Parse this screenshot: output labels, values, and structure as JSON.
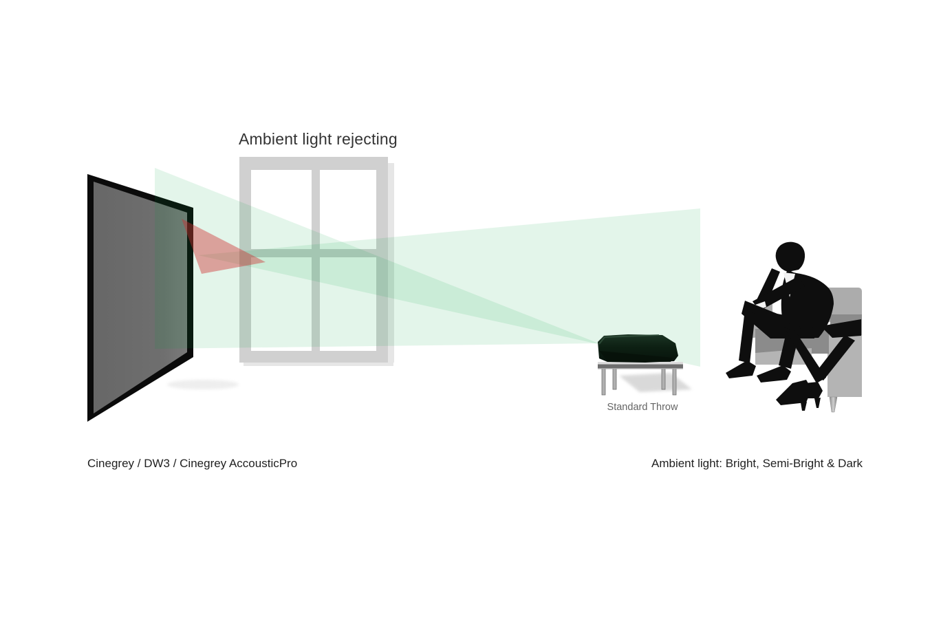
{
  "title": {
    "text": "Ambient light rejecting"
  },
  "captions": {
    "screen_models": "Cinegrey / DW3 / Cinegrey AccousticPro",
    "projector_label": "Standard Throw",
    "ambient_conditions": "Ambient light: Bright, Semi-Bright & Dark"
  },
  "diagram": {
    "elements": [
      {
        "name": "projector-screen",
        "desc": "dark gray ALR projection screen with black frame, shown at an angle"
      },
      {
        "name": "window-graphic",
        "desc": "light gray four-pane window that ambient light comes through"
      },
      {
        "name": "projection-beam",
        "desc": "light green cone from standard-throw projector to screen"
      },
      {
        "name": "reflected-beam",
        "desc": "light green cone reflected from screen toward viewer"
      },
      {
        "name": "rejected-ambient-light-beam",
        "desc": "red cone of window light rejected at the screen"
      },
      {
        "name": "projector-on-table",
        "label": "Standard Throw"
      },
      {
        "name": "viewer-on-sofa",
        "desc": "black silhouette of seated man (and crossed legs with heels) on gray sofa"
      }
    ]
  },
  "colors": {
    "background": "#ffffff",
    "beam_green": "#00a541",
    "beam_red": "#cd2d2d",
    "window_frame": "#d0d0d0",
    "screen_surface": "#6e6e6e",
    "screen_frame": "#0b0b0b",
    "projector_body": "#0d2013",
    "table_top": "#dcdcdc",
    "table_edge": "#6e6e6e",
    "sofa_light": "#acacac",
    "sofa_mid": "#8b8b8b",
    "sofa_base": "#b4b4b4",
    "silhouette": "#0e0e0e",
    "title_text": "#333333",
    "caption_text": "#1f1f1f",
    "label_text": "#646464"
  }
}
